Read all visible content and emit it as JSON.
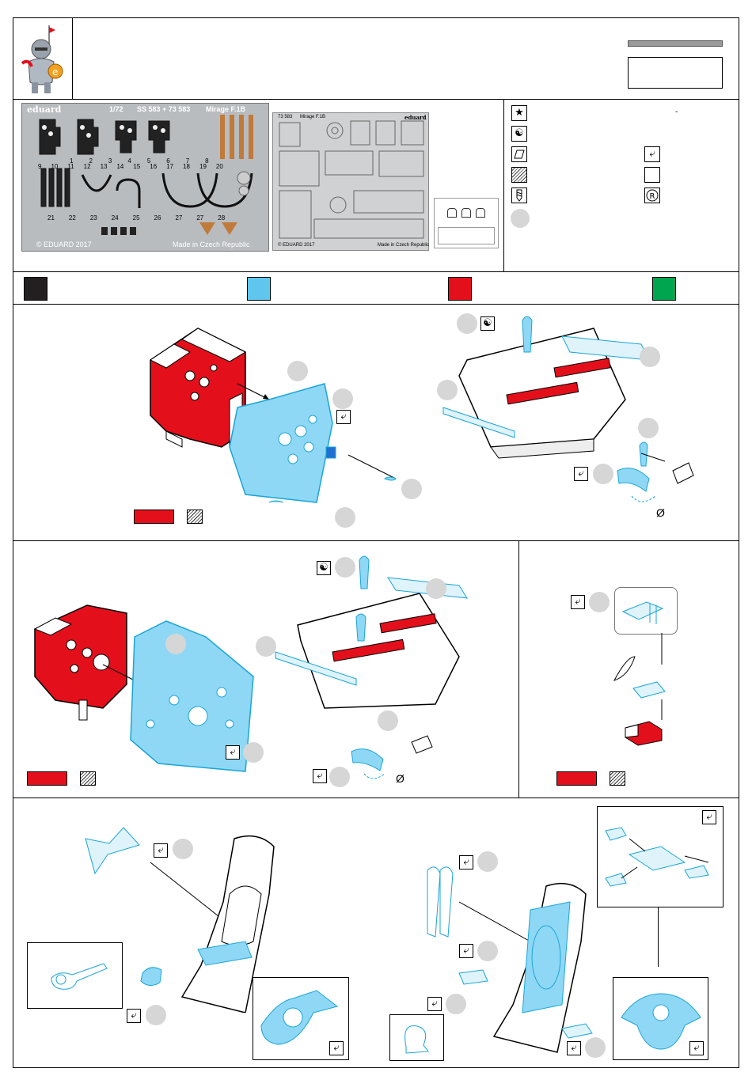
{
  "sheet": {
    "brand": "eduard",
    "scale": "1/72",
    "codes": "SS 583 + 73 583",
    "model": "Mirage F.1B",
    "copyright": "© EDUARD 2017",
    "made_in": "Made in Czech Republic",
    "part_numbers_row1": [
      "1",
      "2",
      "3",
      "4",
      "5",
      "6",
      "7",
      "8"
    ],
    "part_numbers_row2": [
      "9",
      "10",
      "11",
      "12",
      "13",
      "14",
      "15",
      "16",
      "17",
      "18",
      "19",
      "20"
    ],
    "part_numbers_row3": [
      "21",
      "22",
      "23",
      "24",
      "25",
      "26",
      "27",
      "27",
      "28"
    ]
  },
  "sheet2": {
    "code": "73 583",
    "model": "Mirage F.1B",
    "brand": "eduard",
    "copyright": "© EDUARD 2017",
    "made_in": "Made in Czech Republic"
  },
  "legend": {
    "dash": "-",
    "symbols": [
      "star-icon",
      "yin-yang-icon",
      "fold-icon",
      "sand-icon",
      "drill-icon",
      "circle-icon",
      "check-icon",
      "blank-icon",
      "r-icon"
    ]
  },
  "symbols": {
    "check": "⤶",
    "yin": "☯",
    "star": "★",
    "r": "R",
    "diameter": "Ø"
  },
  "colors": {
    "black": "#231f20",
    "light_blue": "#5fc6ee",
    "red": "#e3101c",
    "green": "#00a550"
  }
}
